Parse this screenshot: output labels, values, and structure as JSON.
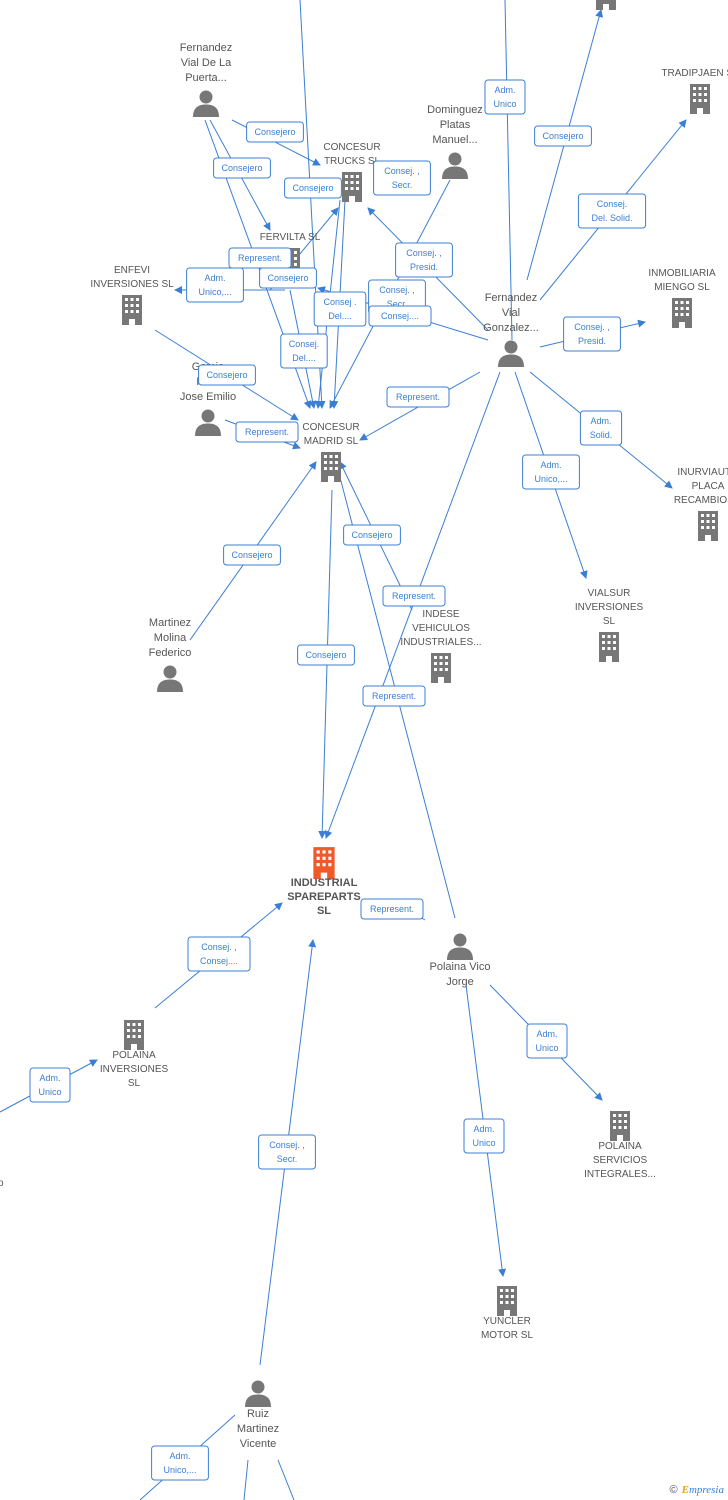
{
  "colors": {
    "edge": "#3b7fd4",
    "person": "#777777",
    "company": "#777777",
    "main_company": "#f05a28"
  },
  "nodes": [
    {
      "id": "fernandez_puerta",
      "type": "person",
      "lines": [
        "Fernandez",
        "Vial De La",
        "Puerta..."
      ]
    },
    {
      "id": "concesur_trucks",
      "type": "company",
      "lines": [
        "CONCESUR",
        "TRUCKS  SL"
      ]
    },
    {
      "id": "dominguez",
      "type": "person",
      "lines": [
        "Dominguez",
        "Platas",
        "Manuel..."
      ]
    },
    {
      "id": "tradipjaen",
      "type": "company",
      "lines": [
        "TRADIPJAEN SL"
      ]
    },
    {
      "id": "top_company",
      "type": "company",
      "lines": []
    },
    {
      "id": "enfevi",
      "type": "company",
      "lines": [
        "ENFEVI",
        "INVERSIONES SL"
      ]
    },
    {
      "id": "fervilta",
      "type": "company",
      "lines": [
        "FERVILTA SL"
      ]
    },
    {
      "id": "inmobiliaria",
      "type": "company",
      "lines": [
        "INMOBILIARIA",
        "MIENGO  SL"
      ]
    },
    {
      "id": "fernandez_gonzalez",
      "type": "person",
      "lines": [
        "Fernandez",
        "Vial",
        "Gonzalez..."
      ]
    },
    {
      "id": "garcia",
      "type": "person",
      "lines": [
        "Garcia",
        "Ra...",
        "Jose Emilio"
      ]
    },
    {
      "id": "concesur_madrid",
      "type": "company",
      "lines": [
        "CONCESUR",
        "MADRID  SL"
      ]
    },
    {
      "id": "inurviauto",
      "type": "company",
      "lines": [
        "INURVIAUTO",
        "PLACA",
        "RECAMBIOS..."
      ]
    },
    {
      "id": "vialsur",
      "type": "company",
      "lines": [
        "VIALSUR",
        "INVERSIONES",
        "SL"
      ]
    },
    {
      "id": "indese",
      "type": "company",
      "lines": [
        "INDESE",
        "VEHICULOS",
        "INDUSTRIALES..."
      ]
    },
    {
      "id": "martinez",
      "type": "person",
      "lines": [
        "Martinez",
        "Molina",
        "Federico"
      ]
    },
    {
      "id": "industrial",
      "type": "main",
      "lines": [
        "INDUSTRIAL",
        "SPAREPARTS",
        "SL"
      ]
    },
    {
      "id": "polaina_vico",
      "type": "person",
      "lines": [
        "Polaina Vico",
        "Jorge"
      ]
    },
    {
      "id": "polaina_inv",
      "type": "company",
      "lines": [
        "POLAINA",
        "INVERSIONES",
        "SL"
      ]
    },
    {
      "id": "polaina_serv",
      "type": "company",
      "lines": [
        "POLAINA",
        "SERVICIOS",
        "INTEGRALES..."
      ]
    },
    {
      "id": "yuncler",
      "type": "company",
      "lines": [
        "YUNCLER",
        "MOTOR SL"
      ]
    },
    {
      "id": "ruiz",
      "type": "person",
      "lines": [
        "Ruiz",
        "Martinez",
        "Vicente"
      ]
    },
    {
      "id": "left_edge_person",
      "type": "label",
      "lines": [
        "o"
      ]
    }
  ],
  "edge_labels": [
    {
      "id": "l1",
      "lines": [
        "Adm.",
        "Unico"
      ]
    },
    {
      "id": "l2",
      "lines": [
        "Consejero"
      ]
    },
    {
      "id": "l3",
      "lines": [
        "Consejero"
      ]
    },
    {
      "id": "l4",
      "lines": [
        "Consej. ,",
        "Secr."
      ]
    },
    {
      "id": "l5",
      "lines": [
        "Consejero"
      ]
    },
    {
      "id": "l6",
      "lines": [
        "Consej.",
        "Del. Solid."
      ]
    },
    {
      "id": "l7",
      "lines": [
        "Consejero"
      ]
    },
    {
      "id": "l8",
      "lines": [
        "Consej. ,",
        "Presid."
      ]
    },
    {
      "id": "l9",
      "lines": [
        "Represent."
      ]
    },
    {
      "id": "l10",
      "lines": [
        "Adm.",
        "Unico,..."
      ]
    },
    {
      "id": "l11",
      "lines": [
        "Consejero"
      ]
    },
    {
      "id": "l12",
      "lines": [
        "Consej .",
        "Del...."
      ]
    },
    {
      "id": "l13",
      "lines": [
        "Consej. ,",
        "Secr."
      ]
    },
    {
      "id": "l14",
      "lines": [
        "Consej...."
      ]
    },
    {
      "id": "l15",
      "lines": [
        "Consej. ,",
        "Presid."
      ]
    },
    {
      "id": "l16",
      "lines": [
        "Consej.",
        "Del...."
      ]
    },
    {
      "id": "l17",
      "lines": [
        "Consejero"
      ]
    },
    {
      "id": "l18",
      "lines": [
        "Represent."
      ]
    },
    {
      "id": "l19",
      "lines": [
        "Represent."
      ]
    },
    {
      "id": "l20",
      "lines": [
        "Adm.",
        "Solid."
      ]
    },
    {
      "id": "l21",
      "lines": [
        "Adm.",
        "Unico,..."
      ]
    },
    {
      "id": "l22",
      "lines": [
        "Consejero"
      ]
    },
    {
      "id": "l23",
      "lines": [
        "Represent."
      ]
    },
    {
      "id": "l24",
      "lines": [
        "Represent."
      ]
    },
    {
      "id": "l25",
      "lines": [
        "Consejero"
      ]
    },
    {
      "id": "l26",
      "lines": [
        "Consejero"
      ]
    },
    {
      "id": "l27",
      "lines": [
        "Represent."
      ]
    },
    {
      "id": "l28",
      "lines": [
        "Consej. ,",
        "Consej...."
      ]
    },
    {
      "id": "l29",
      "lines": [
        "Adm.",
        "Unico"
      ]
    },
    {
      "id": "l30",
      "lines": [
        "Adm.",
        "Unico"
      ]
    },
    {
      "id": "l31",
      "lines": [
        "Adm.",
        "Unico"
      ]
    },
    {
      "id": "l32",
      "lines": [
        "Consej. ,",
        "Secr."
      ]
    },
    {
      "id": "l33",
      "lines": [
        "Adm.",
        "Unico,..."
      ]
    }
  ],
  "footer": {
    "copyright": "©",
    "brand_initial": "E",
    "brand_rest": "mpresia"
  }
}
